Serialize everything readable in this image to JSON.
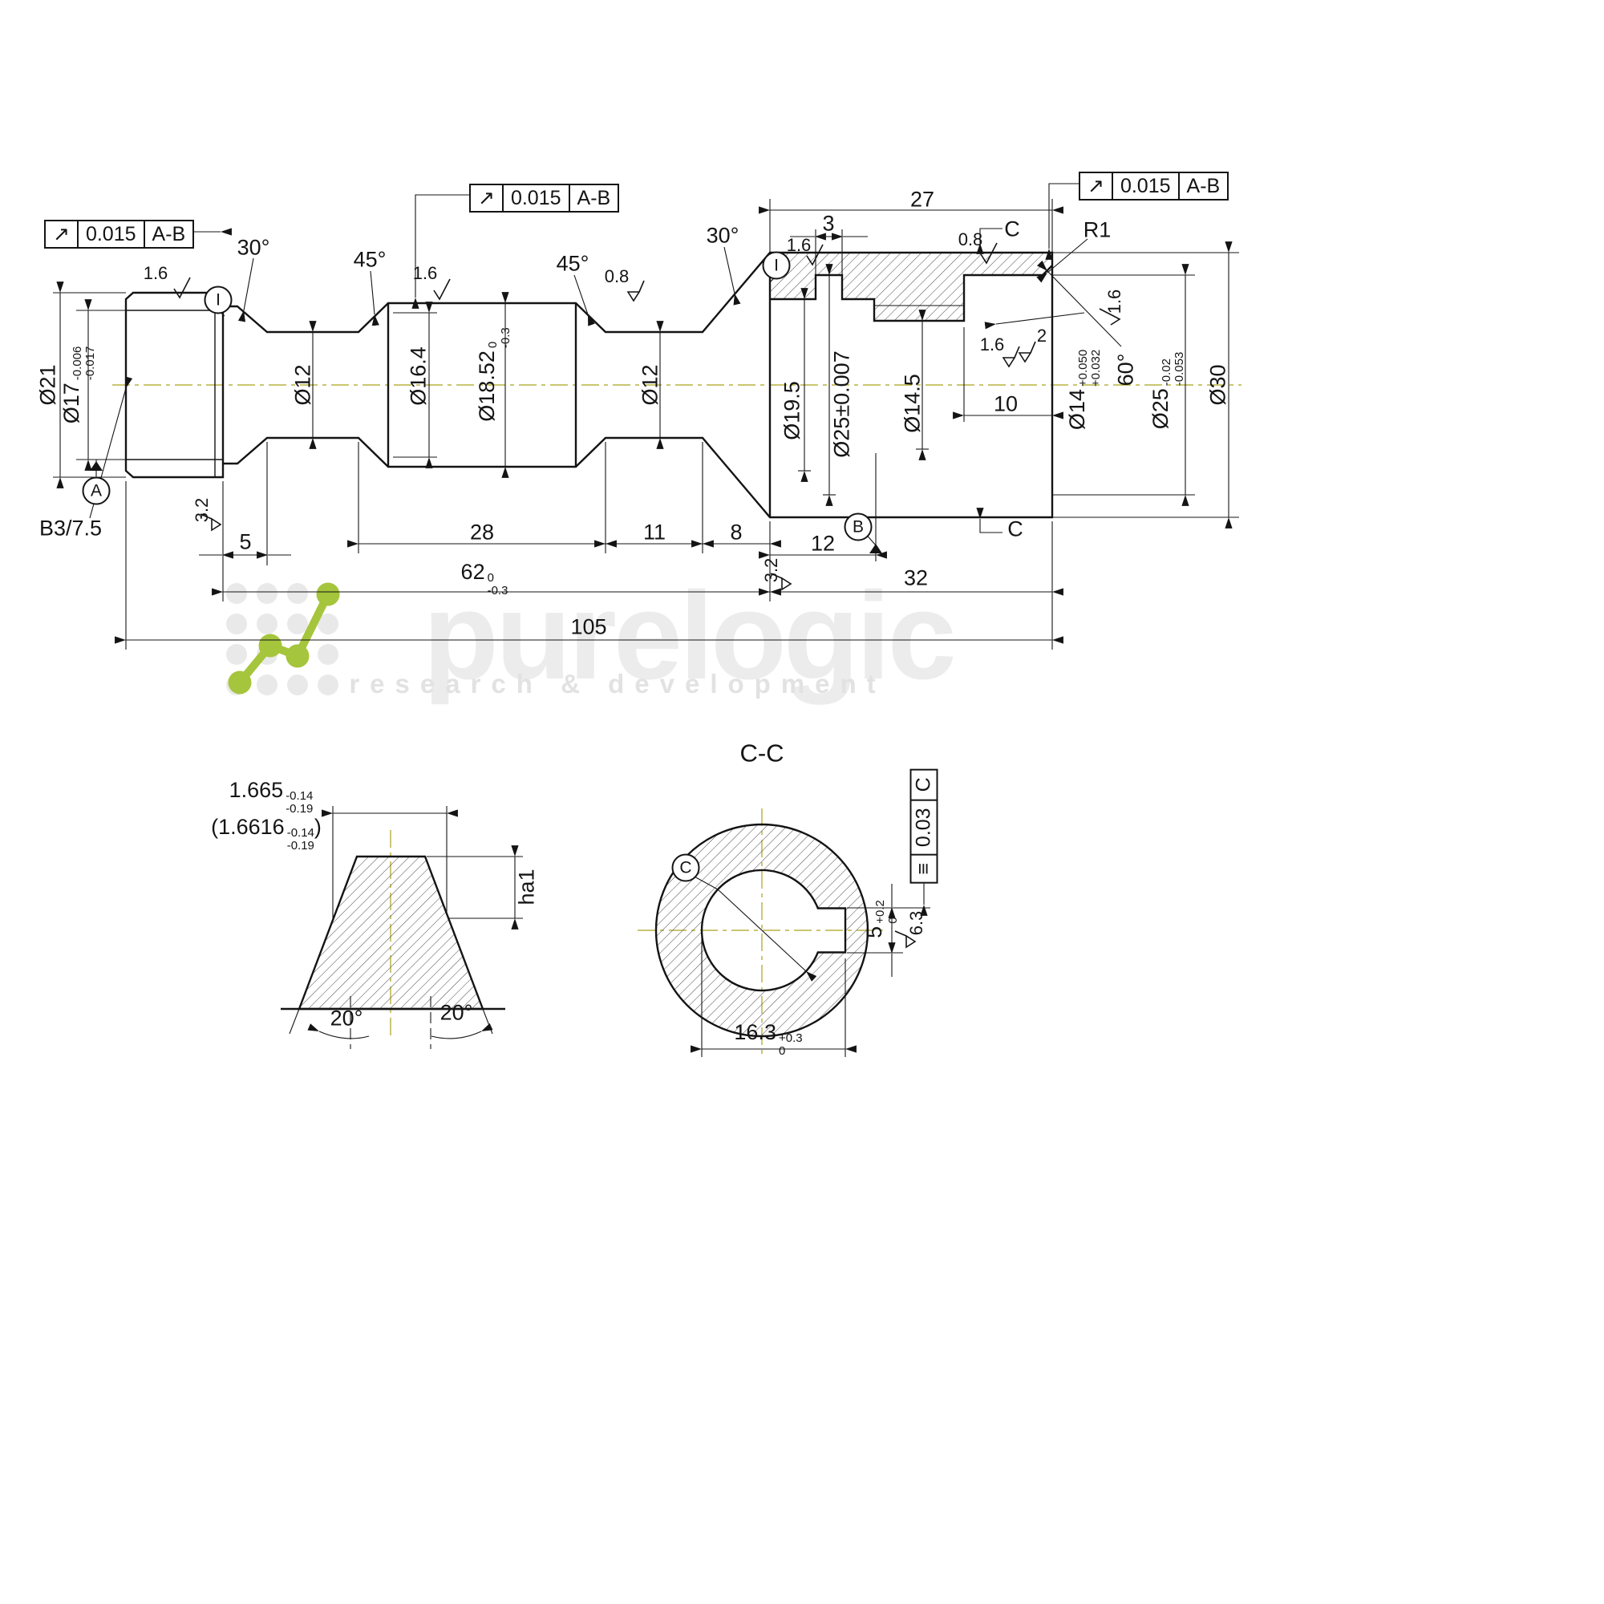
{
  "drawing": {
    "watermark": {
      "brand": "purelogic",
      "tagline": "research & development",
      "green": "#a5c53c",
      "gray": "#ececec"
    },
    "gdt_runout": {
      "symbol": "↗",
      "value": "0.015",
      "datum": "A-B"
    },
    "gdt_symmetry": {
      "symbol": "≡",
      "value": "0.03",
      "datum": "C"
    },
    "datums": {
      "a": "A",
      "b": "B",
      "c": "C",
      "i": "I"
    },
    "section": {
      "title": "C-C",
      "cut_label": "C"
    },
    "finish": {
      "f16": "1.6",
      "f08": "0.8",
      "f32": "3.2",
      "f2": "2",
      "f63": "6.3"
    },
    "angles": {
      "a30": "30°",
      "a45": "45°",
      "a60": "60°",
      "a20": "20°"
    },
    "lengths": {
      "l3": "3",
      "l5": "5",
      "l8": "8",
      "l10": "10",
      "l11": "11",
      "l12": "12",
      "l27": "27",
      "l28": "28",
      "l32": "32",
      "l105": "105",
      "l62": {
        "main": "62",
        "up": "0",
        "dn": "-0.3"
      }
    },
    "diameters": {
      "d21": "Ø21",
      "d17": {
        "main": "Ø17",
        "up": "-0.006",
        "dn": "-0.017"
      },
      "d12": "Ø12",
      "d164": "Ø16.4",
      "d1852": {
        "main": "Ø18.52",
        "up": "0",
        "dn": "-0.3"
      },
      "d195": "Ø19.5",
      "d25groove": "Ø25±0.007",
      "d145": "Ø14.5",
      "d14": {
        "main": "Ø14",
        "up": "+0.050",
        "dn": "+0.032"
      },
      "d25bore": {
        "main": "Ø25",
        "up": "-0.02",
        "dn": "-0.053"
      },
      "d30": "Ø30"
    },
    "radius_r1": "R1",
    "center_hole": "B3/7.5",
    "thread_detail": {
      "width": {
        "main": "1.665",
        "up": "-0.14",
        "dn": "-0.19"
      },
      "width_alt": {
        "open": "(",
        "main": "1.6616",
        "up": "-0.14",
        "dn": "-0.19",
        "close": ")"
      },
      "height": "ha1"
    },
    "cc_detail": {
      "key_width": {
        "main": "5",
        "up": "+0.2",
        "dn": "0"
      },
      "across": {
        "main": "16.3",
        "up": "+0.3",
        "dn": "0"
      }
    }
  }
}
